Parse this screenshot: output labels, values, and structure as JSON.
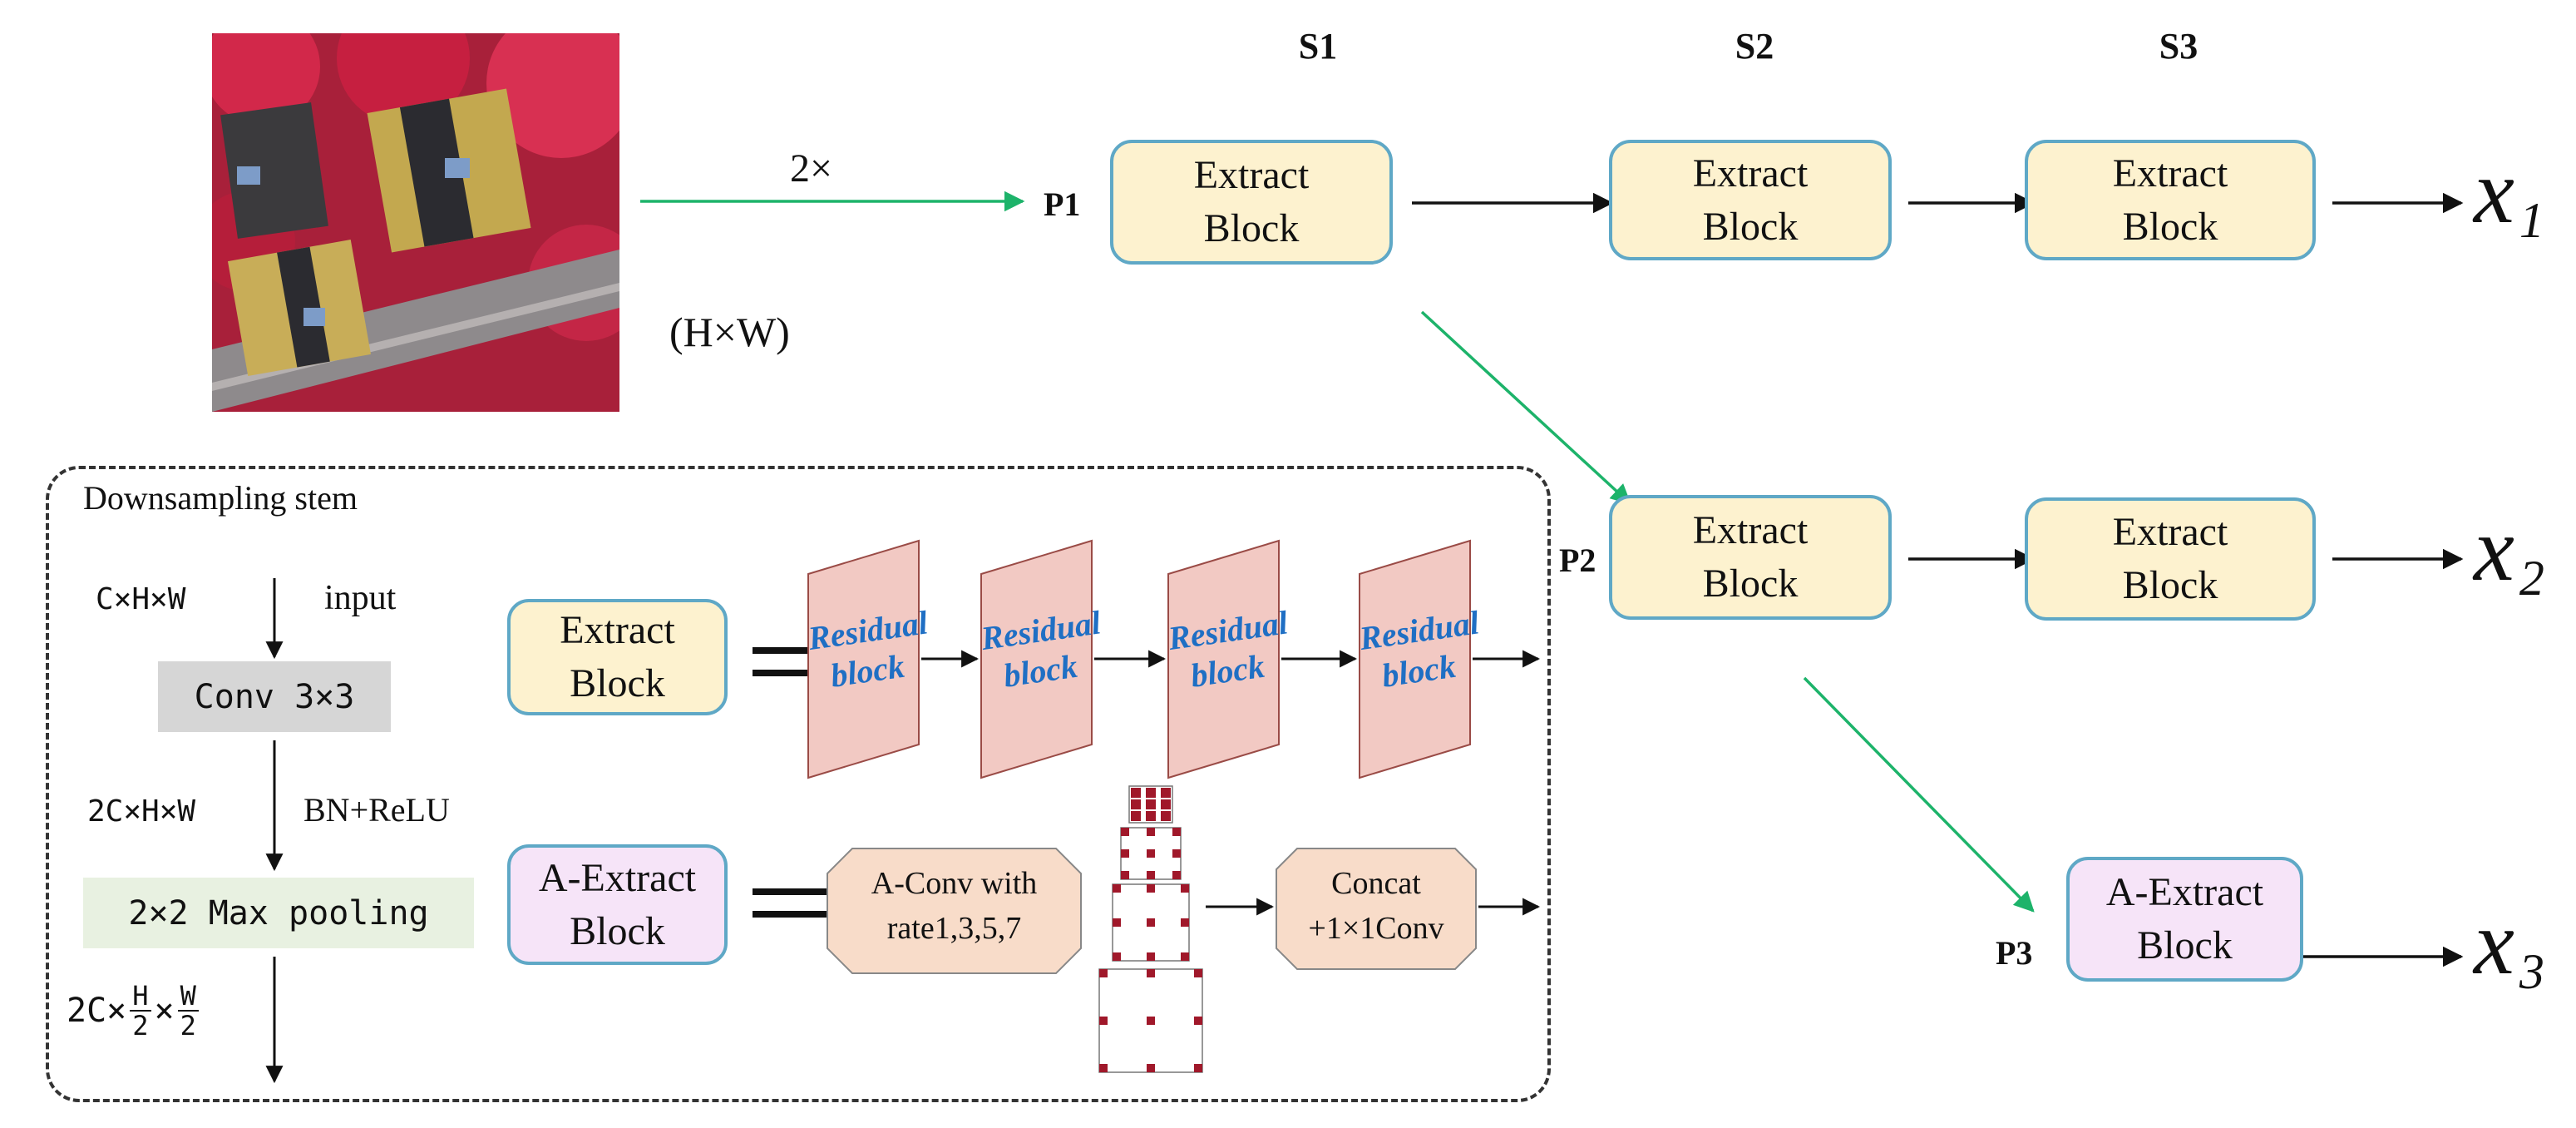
{
  "stages": {
    "s1": "S1",
    "s2": "S2",
    "s3": "S3"
  },
  "paths": {
    "p1": "P1",
    "p2": "P2",
    "p3": "P3"
  },
  "input": {
    "scale": "2×",
    "size": "(H×W)"
  },
  "blocks": {
    "extract_line1": "Extract",
    "extract_line2": "Block",
    "a_extract_line1": "A-Extract",
    "a_extract_line2": "Block"
  },
  "outputs": {
    "x1_base": "x",
    "x1_sub": "1",
    "x2_base": "x",
    "x2_sub": "2",
    "x3_base": "x",
    "x3_sub": "3"
  },
  "stem": {
    "title": "Downsampling stem",
    "dim_in": "C×H×W",
    "input_label": "input",
    "conv": "Conv 3×3",
    "dim_mid": "2C×H×W",
    "bn_relu": "BN+ReLU",
    "pool": "2×2 Max pooling",
    "dim_out_prefix": "2C×",
    "dim_out_h": "H",
    "dim_out_w": "W",
    "dim_out_den": "2",
    "dim_out_times": "×"
  },
  "legend": {
    "residual_line1": "Residual",
    "residual_line2": "block",
    "aconv_line1": "A-Conv with",
    "aconv_line2": "rate1,3,5,7",
    "concat_line1": "Concat",
    "concat_line2": "+1×1Conv",
    "equals": "="
  },
  "colors": {
    "extract_fill": "#fdf2cf",
    "a_extract_fill": "#f6e4f8",
    "border": "#5fa8c6",
    "green_arrow": "#1db36a",
    "residual_fill": "#f2c9c3",
    "aconv_fill": "#f8dcc9",
    "dot": "#a0182a"
  }
}
